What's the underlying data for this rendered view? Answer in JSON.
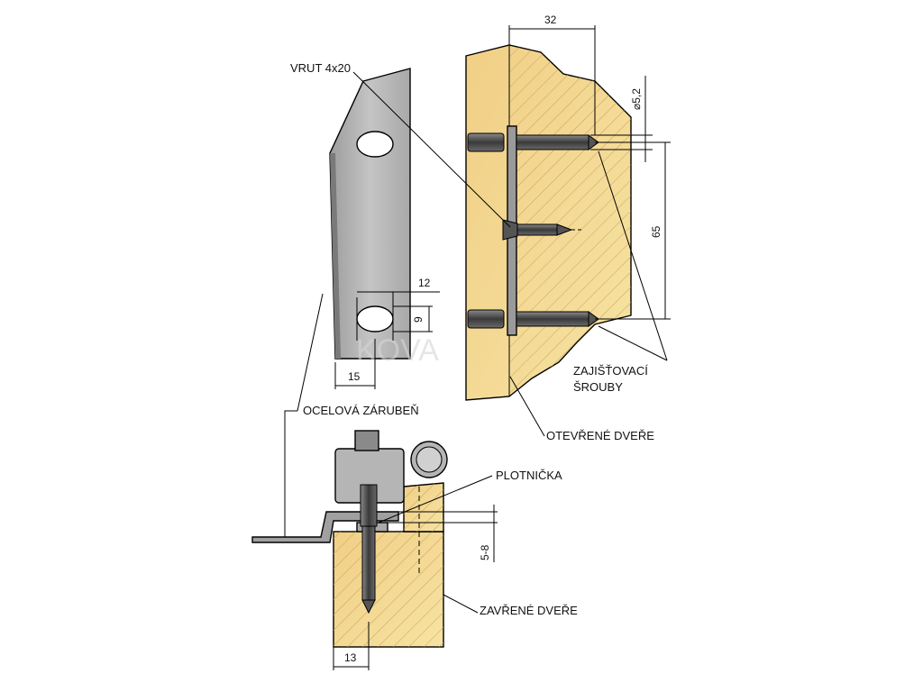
{
  "labels": {
    "screw": "VRUT 4x20",
    "frame": "OCELOVÁ ZÁRUBEŇ",
    "plate": "PLOTNIČKA",
    "locking_screws_1": "ZAJIŠŤOVACÍ",
    "locking_screws_2": "ŠROUBY",
    "open_door": "OTEVŘENÉ DVEŘE",
    "closed_door": "ZAVŘENÉ DVEŘE"
  },
  "dimensions": {
    "d32": "32",
    "d52": "⌀5,2",
    "d65": "65",
    "d12": "12",
    "d9": "9",
    "d15": "15",
    "d58": "5-8",
    "d13": "13"
  },
  "watermark": "KOVA",
  "colors": {
    "wood": "#f3d48e",
    "wood_light": "#f7e7a8",
    "steel": "#b9b9b9",
    "steel_dark": "#8a8a8a",
    "screw": "#555555",
    "hatch": "#c7a86a"
  }
}
